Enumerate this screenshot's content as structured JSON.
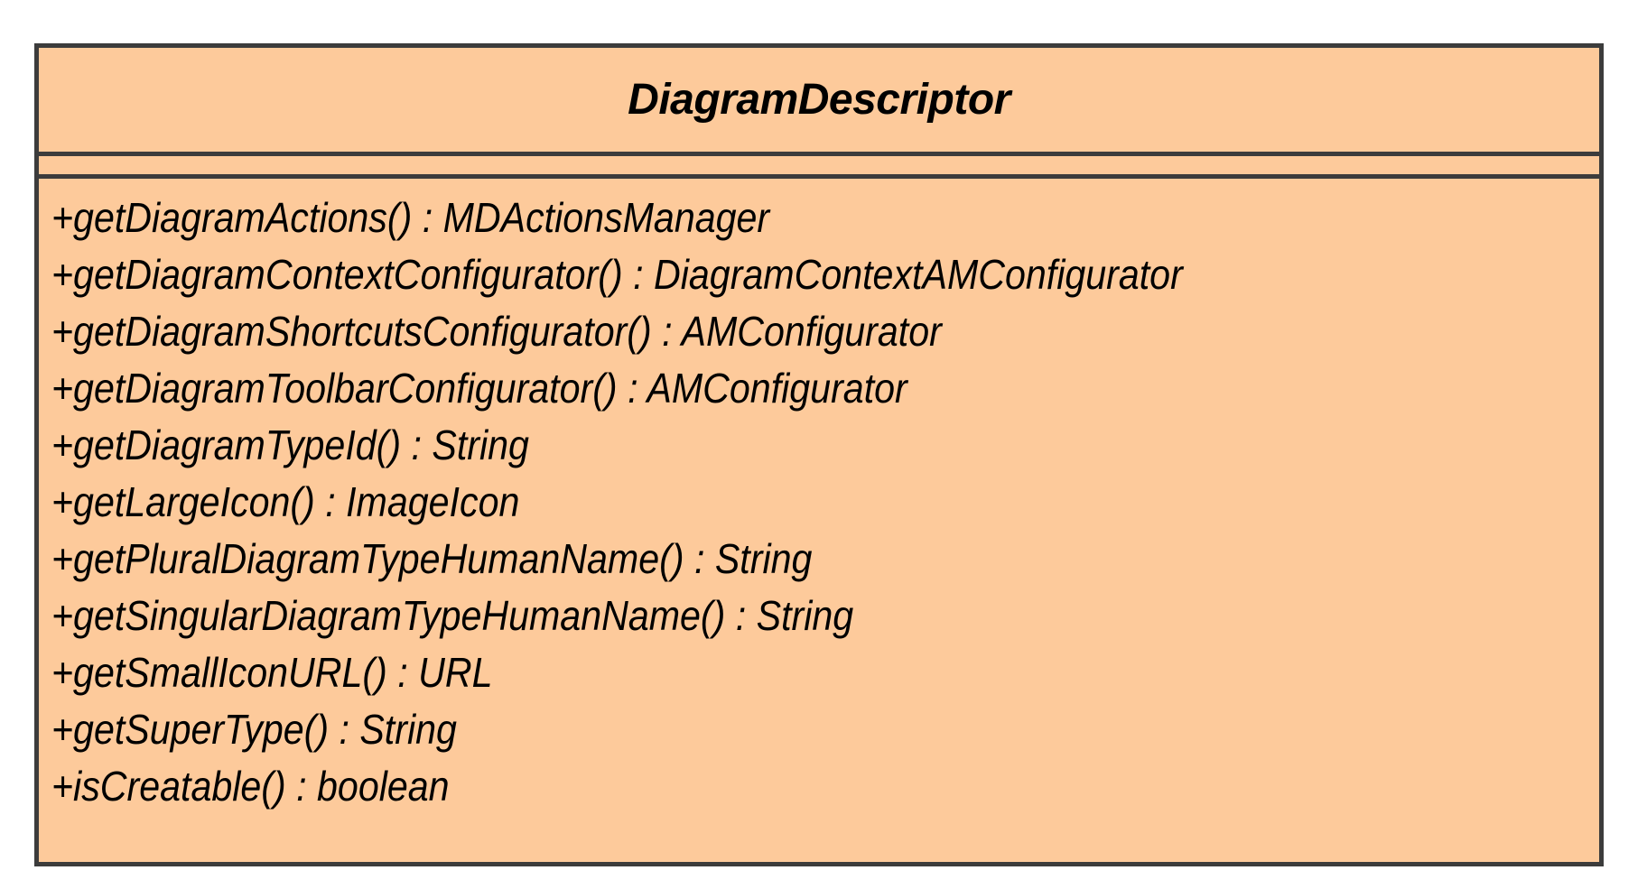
{
  "diagram": {
    "type": "uml-class-diagram",
    "colors": {
      "fill": "#FDCA9B",
      "border": "#3C3C3C",
      "text": "#000000",
      "canvas": "#FFFFFF"
    },
    "class_box": {
      "name": "DiagramDescriptor",
      "stereotype": "",
      "is_abstract": true,
      "attributes": [],
      "operations": [
        "+getDiagramActions() : MDActionsManager",
        "+getDiagramContextConfigurator() : DiagramContextAMConfigurator",
        "+getDiagramShortcutsConfigurator() : AMConfigurator",
        "+getDiagramToolbarConfigurator() : AMConfigurator",
        "+getDiagramTypeId() : String",
        "+getLargeIcon() : ImageIcon",
        "+getPluralDiagramTypeHumanName() : String",
        "+getSingularDiagramTypeHumanName() : String",
        "+getSmallIconURL() : URL",
        "+getSuperType() : String",
        "+isCreatable() : boolean"
      ]
    }
  }
}
